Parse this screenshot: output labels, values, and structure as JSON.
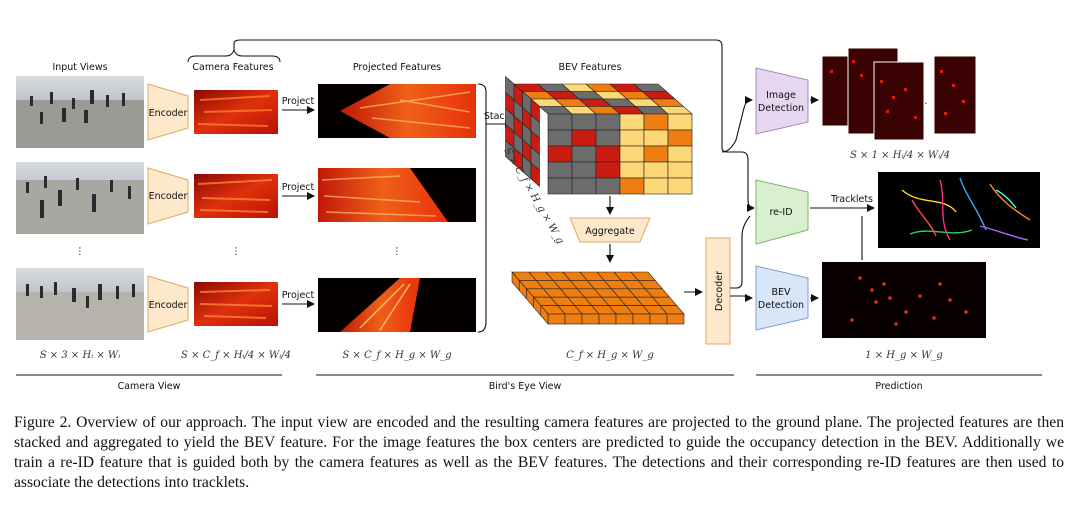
{
  "labels": {
    "input_views": "Input Views",
    "camera_features": "Camera Features",
    "projected_features": "Projected Features",
    "bev_features": "BEV Features",
    "encoder": "Encoder",
    "project": "Project",
    "stack": "Stack",
    "aggregate": "Aggregate",
    "decoder": "Decoder",
    "image_detection_1": "Image",
    "image_detection_2": "Detection",
    "reid": "re-ID",
    "bev_detection_1": "BEV",
    "bev_detection_2": "Detection",
    "tracklets": "Tracklets",
    "vdots": "⋮",
    "hdots": "…"
  },
  "dims": {
    "input": "S × 3 × Hᵢ × Wᵢ",
    "camera": "S × C_f × Hᵢ/4 × Wᵢ/4",
    "projected": "S × C_f × H_g × W_g",
    "bev_stack": "S × C_f × H_g × W_g",
    "bev": "C_f × H_g × W_g",
    "image_det": "S × 1 × Hᵢ/4 × Wᵢ/4",
    "bev_det": "1 × H_g × W_g"
  },
  "sections": {
    "camera_view": "Camera View",
    "birds_eye_view": "Bird's Eye View",
    "prediction": "Prediction"
  },
  "caption": "Figure 2. Overview of our approach. The input view are encoded and the resulting camera features are projected to the ground plane. The projected features are then stacked and aggregated to yield the BEV feature. For the image features the box centers are predicted to guide the occupancy detection in the BEV. Additionally we train a re-ID feature that is guided both by the camera features as well as the BEV features. The detections and their corresponding re-ID features are then used to associate the detections into tracklets.",
  "colors": {
    "encoder_fill": "#fde8cc",
    "encoder_stroke": "#e0a860",
    "image_det_fill": "#e7d6ef",
    "image_det_stroke": "#a888c0",
    "reid_fill": "#d8efd0",
    "reid_stroke": "#7fb46e",
    "bev_det_fill": "#d8e6f7",
    "bev_det_stroke": "#7f9fd0",
    "feature_red": "#cc1b10",
    "feature_orange": "#ee7e10",
    "feature_yellow": "#fdd877",
    "cube_grey": "#6c6c6c"
  }
}
